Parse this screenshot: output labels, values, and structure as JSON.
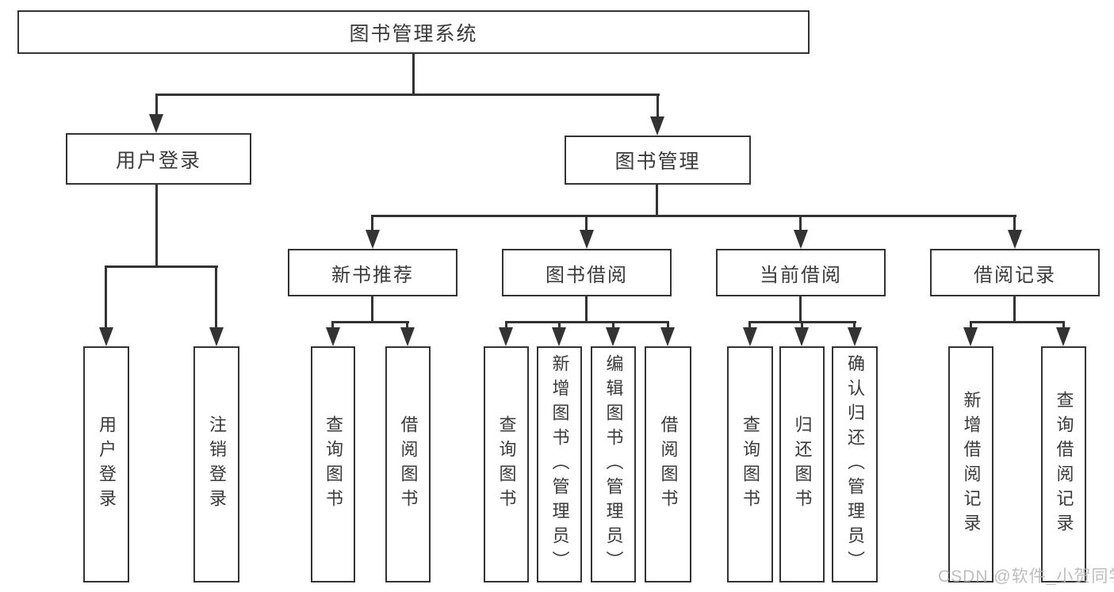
{
  "title": {
    "text": "图书管理系统"
  },
  "level2": [
    {
      "label": "用户登录"
    },
    {
      "label": "图书管理"
    }
  ],
  "level3": [
    {
      "label": "新书推荐"
    },
    {
      "label": "图书借阅"
    },
    {
      "label": "当前借阅"
    },
    {
      "label": "借阅记录"
    }
  ],
  "leaves": {
    "login": [
      "用户登录",
      "注销登录"
    ],
    "recommend": [
      "查询图书",
      "借阅图书"
    ],
    "borrow": [
      "查询图书",
      "新增图书（管理员）",
      "编辑图书（管理员）",
      "借阅图书"
    ],
    "current": [
      "查询图书",
      "归还图书",
      "确认归还（管理员）"
    ],
    "records": [
      "新增借阅记录",
      "查询借阅记录"
    ]
  },
  "watermark": "CSDN @软件_小贺同学",
  "colors": {
    "line": "#333333",
    "text": "#3a3a3a",
    "watermark": "#b9b9b9",
    "background": "#ffffff"
  }
}
